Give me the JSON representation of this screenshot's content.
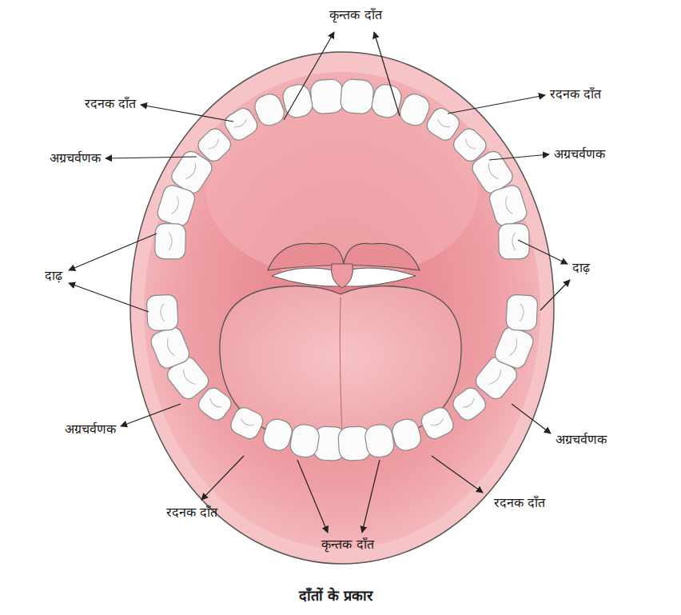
{
  "diagram": {
    "caption": "दाँतों के प्रकार",
    "labels": [
      "कृन्तक दाँत",
      "रदनक दाँत",
      "रदनक दाँत",
      "अग्रचर्वणक",
      "अग्रचर्वणक",
      "दाढ़",
      "दाढ़",
      "अग्रचर्वणक",
      "अग्रचर्वणक",
      "रदनक दाँत",
      "रदनक दाँत",
      "कृन्तक दाँत"
    ]
  }
}
